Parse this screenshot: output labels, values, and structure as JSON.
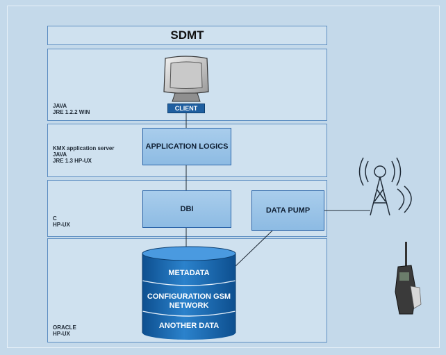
{
  "title": "SDMT",
  "layers": {
    "client": "JAVA\nJRE 1.2.2 WIN",
    "app": "KMX  application server\nJAVA\nJRE 1.3  HP-UX",
    "dbi": "C\nHP-UX",
    "db": "ORACLE\nHP-UX"
  },
  "components": {
    "client": "CLIENT",
    "application_logics": "APPLICATION LOGICS",
    "dbi": "DBI",
    "data_pump": "DATA PUMP"
  },
  "database": {
    "metadata": "METADATA",
    "config_line1": "CONFIGURATION GSM",
    "config_line2": "NETWORK",
    "another": "ANOTHER DATA"
  },
  "colors": {
    "background": "#c4d9ea",
    "box_fill": "#9cc4e8",
    "db_fill": "#1f6fb8",
    "border": "#2a64a8"
  },
  "icons": [
    "monitor-icon",
    "antenna-tower-icon",
    "mobile-phone-icon"
  ]
}
